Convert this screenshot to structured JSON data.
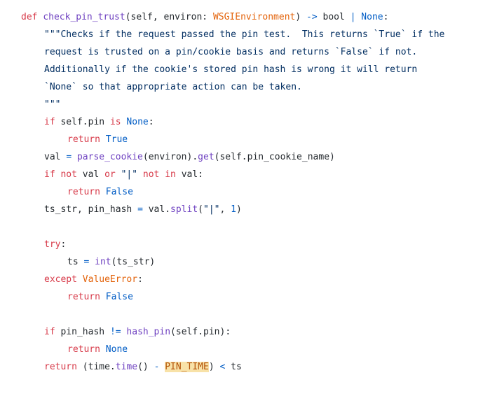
{
  "code": {
    "l1": {
      "kw_def": "def ",
      "fname": "check_pin_trust",
      "p_open": "(self, environ: ",
      "type_env": "WSGIEnvironment",
      "p_close": ") ",
      "arrow": "->",
      "ret_type": " bool ",
      "pipe": "|",
      "none": " None",
      "colon": ":"
    },
    "doc1": "\"\"\"Checks if the request passed the pin test.  This returns `True` if the",
    "doc2": "request is trusted on a pin/cookie basis and returns `False` if not.",
    "doc3": "Additionally if the cookie's stored pin hash is wrong it will return",
    "doc4": "`None` so that appropriate action can be taken.",
    "doc5": "\"\"\"",
    "l7": {
      "kw_if": "if ",
      "a": "self.pin ",
      "kw_is": "is ",
      "none": "None",
      "colon": ":"
    },
    "l8": {
      "kw_return": "return ",
      "val": "True"
    },
    "l9": {
      "a": "val ",
      "eq": "=",
      "sp": " ",
      "fn": "parse_cookie",
      "b": "(environ).",
      "get": "get",
      "c": "(self.pin_cookie_name)"
    },
    "l10": {
      "kw_if": "if ",
      "kw_not": "not ",
      "a": "val ",
      "kw_or": "or ",
      "str": "\"|\" ",
      "kw_notin": "not in ",
      "b": "val:"
    },
    "l11": {
      "kw_return": "return ",
      "val": "False"
    },
    "l12": {
      "a": "ts_str, pin_hash ",
      "eq": "=",
      "b": " val.",
      "fn": "split",
      "c": "(",
      "str": "\"|\"",
      "d": ", ",
      "num": "1",
      "e": ")"
    },
    "l14": {
      "kw_try": "try",
      "colon": ":"
    },
    "l15": {
      "a": "ts ",
      "eq": "=",
      "sp": " ",
      "fn": "int",
      "b": "(ts_str)"
    },
    "l16": {
      "kw_except": "except ",
      "cls": "ValueError",
      "colon": ":"
    },
    "l17": {
      "kw_return": "return ",
      "val": "False"
    },
    "l19": {
      "kw_if": "if ",
      "a": "pin_hash ",
      "op": "!=",
      "sp": " ",
      "fn": "hash_pin",
      "b": "(self.pin):"
    },
    "l20": {
      "kw_return": "return ",
      "val": "None"
    },
    "l21": {
      "kw_return": "return ",
      "a": "(time.",
      "fn": "time",
      "b": "() ",
      "minus": "-",
      "sp": " ",
      "hl": "PIN_TIME",
      "c": ") ",
      "lt": "<",
      "d": " ts"
    }
  }
}
